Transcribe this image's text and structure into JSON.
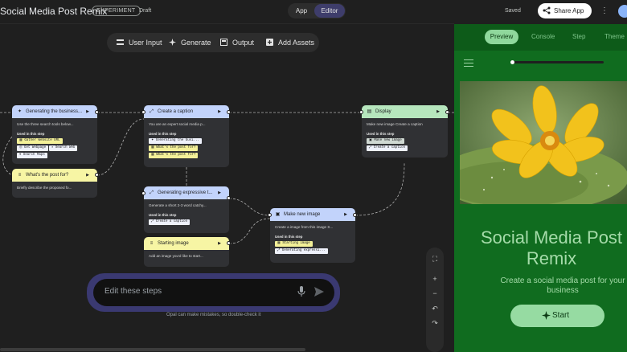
{
  "header": {
    "title": "Social Media Post Remix",
    "badge": "EXPERIMENT",
    "status": "Draft",
    "mode_app": "App",
    "mode_editor": "Editor",
    "save_status": "Saved",
    "share_label": "Share App"
  },
  "toolbar": {
    "user_input": "User Input",
    "generate": "Generate",
    "output": "Output",
    "add_assets": "Add Assets"
  },
  "nodes": {
    "gather": {
      "title": "Generating the business...",
      "body": "Use the three search tools below...",
      "used_label": "Used in this step",
      "chips": [
        "Gather Website URL",
        "Get Webpage",
        "Search Web",
        "Search Maps"
      ]
    },
    "whats_post": {
      "title": "What's the post for?",
      "body": "Briefly describe the proposed fo..."
    },
    "caption": {
      "title": "Create a caption",
      "body": "You are an expert social media p...",
      "used_label": "Used in this step",
      "chips": [
        "Generating the busi...",
        "What's the post for?",
        "What's the post for?"
      ]
    },
    "expressive": {
      "title": "Generating expressive t...",
      "body": "Generate a short 2-3 word catchy...",
      "used_label": "Used in this step",
      "chips": [
        "Create a caption"
      ]
    },
    "starting_image": {
      "title": "Starting image",
      "body": "Add an image you'd like to start..."
    },
    "make_image": {
      "title": "Make new image",
      "body": "Create a image from this image S...",
      "used_label": "Used in this step",
      "chips": [
        "Starting image",
        "Generating expressi..."
      ]
    },
    "display": {
      "title": "Display",
      "body": "Make new image Create a caption",
      "used_label": "Used in this step",
      "chips": [
        "Make new image",
        "Create a caption"
      ]
    }
  },
  "prompt": {
    "placeholder": "Edit these steps",
    "disclaimer": "Opal can make mistakes, so double-check it"
  },
  "preview": {
    "tabs": [
      "Preview",
      "Console",
      "Step",
      "Theme"
    ],
    "title": "Social Media Post Remix",
    "subtitle": "Create a social media post for your business",
    "start_label": "Start",
    "theme_color": "#106c1f",
    "progress": 0.0
  }
}
